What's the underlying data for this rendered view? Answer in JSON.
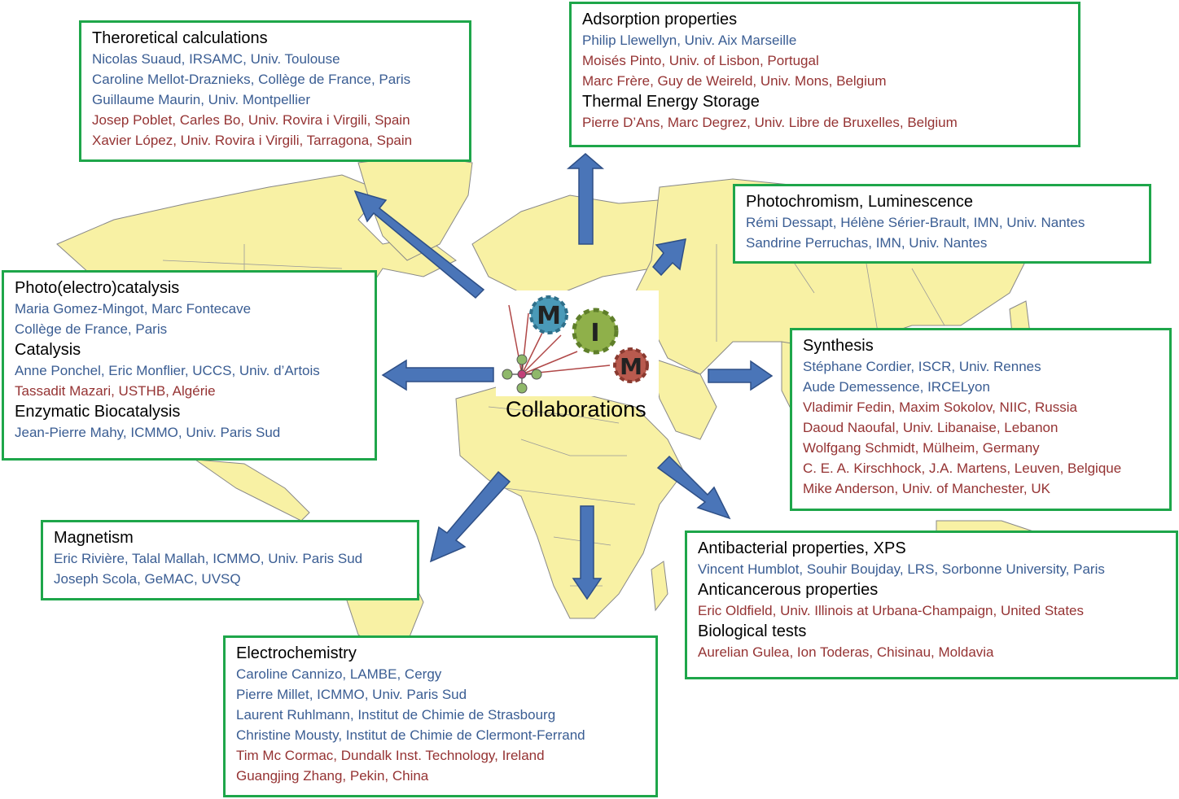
{
  "center": {
    "caption": "Collaborations",
    "logo_letters": [
      "M",
      "I",
      "M"
    ],
    "colors": {
      "gear_blue": "#4a9ab8",
      "gear_green": "#8fb04a",
      "gear_red": "#b95a4e",
      "node_pink": "#c2407a",
      "node_green": "#8fb86a"
    }
  },
  "colors": {
    "box_border": "#1ea64a",
    "arrow_fill": "#4a75b8",
    "arrow_stroke": "#2e4f86",
    "map_land": "#f8f1a4",
    "map_border": "#888888",
    "blue_text": "#3a5d93",
    "red_text": "#953333"
  },
  "boxes": {
    "theoretical": {
      "sections": [
        {
          "title": "Theroretical calculations",
          "lines": [
            {
              "text": "Nicolas Suaud, IRSAMC,  Univ. Toulouse",
              "color": "blue"
            },
            {
              "text": "Caroline Mellot-Draznieks, Collège de France, Paris",
              "color": "blue"
            },
            {
              "text": "Guillaume Maurin, Univ. Montpellier",
              "color": "blue"
            },
            {
              "text": "Josep Poblet, Carles Bo, Univ. Rovira i Virgili, Spain",
              "color": "red"
            },
            {
              "text": "Xavier López, Univ. Rovira i Virgili, Tarragona, Spain",
              "color": "red"
            }
          ]
        }
      ]
    },
    "adsorption": {
      "sections": [
        {
          "title": "Adsorption properties",
          "lines": [
            {
              "text": "Philip Llewellyn, Univ. Aix Marseille",
              "color": "blue"
            },
            {
              "text": "Moisés  Pinto, Univ. of Lisbon, Portugal",
              "color": "red"
            },
            {
              "text": "Marc Frère, Guy de Weireld, Univ. Mons,  Belgium",
              "color": "red"
            }
          ]
        },
        {
          "title": "Thermal Energy Storage",
          "lines": [
            {
              "text": "Pierre D’Ans, Marc Degrez, Univ. Libre de Bruxelles, Belgium",
              "color": "red"
            }
          ]
        }
      ]
    },
    "photochromism": {
      "sections": [
        {
          "title": "Photochromism, Luminescence",
          "lines": [
            {
              "text": "Rémi Dessapt, Hélène Sérier-Brault,  IMN, Univ. Nantes",
              "color": "blue"
            },
            {
              "text": "Sandrine Perruchas, IMN, Univ. Nantes",
              "color": "blue"
            }
          ]
        }
      ]
    },
    "photocatalysis": {
      "sections": [
        {
          "title": "Photo(electro)catalysis",
          "lines": [
            {
              "text": "Maria  Gomez-Mingot, Marc Fontecave",
              "color": "blue"
            },
            {
              "text": "Collège de France, Paris",
              "color": "blue"
            }
          ]
        },
        {
          "title": "Catalysis",
          "lines": [
            {
              "text": "Anne Ponchel, Eric Monflier, UCCS, Univ. d’Artois",
              "color": "blue"
            },
            {
              "text": "Tassadit Mazari, USTHB, Algérie",
              "color": "red"
            }
          ]
        },
        {
          "title": "Enzymatic Biocatalysis",
          "lines": [
            {
              "text": "Jean-Pierre Mahy, ICMMO, Univ. Paris Sud",
              "color": "blue"
            }
          ]
        }
      ]
    },
    "synthesis": {
      "sections": [
        {
          "title": "Synthesis",
          "lines": [
            {
              "text": "Stéphane Cordier, ISCR, Univ. Rennes",
              "color": "blue"
            },
            {
              "text": "Aude Demessence, IRCELyon",
              "color": "blue"
            },
            {
              "text": "Vladimir Fedin, Maxim Sokolov, NIIC, Russia",
              "color": "red"
            },
            {
              "text": "Daoud Naoufal, Univ. Libanaise, Lebanon",
              "color": "red"
            },
            {
              "text": "Wolfgang Schmidt, Mülheim, Germany",
              "color": "red"
            },
            {
              "text": "C. E. A. Kirschhock, J.A. Martens, Leuven, Belgique",
              "color": "red"
            },
            {
              "text": "Mike Anderson, Univ. of Manchester, UK",
              "color": "red"
            }
          ]
        }
      ]
    },
    "magnetism": {
      "sections": [
        {
          "title": "Magnetism",
          "lines": [
            {
              "text": "Eric Rivière, Talal Mallah, ICMMO, Univ. Paris Sud",
              "color": "blue"
            },
            {
              "text": "Joseph Scola, GeMAC, UVSQ",
              "color": "blue"
            }
          ]
        }
      ]
    },
    "antibacterial": {
      "sections": [
        {
          "title": "Antibacterial properties, XPS",
          "lines": [
            {
              "text": "Vincent Humblot, Souhir Boujday, LRS, Sorbonne University, Paris",
              "color": "blue"
            }
          ]
        },
        {
          "title": "Anticancerous properties",
          "lines": [
            {
              "text": "Eric Oldfield, Univ. Illinois at Urbana-Champaign, United States",
              "color": "red"
            }
          ]
        },
        {
          "title": "Biological tests",
          "lines": [
            {
              "text": "Aurelian Gulea, Ion Toderas, Chisinau,  Moldavia",
              "color": "red"
            }
          ]
        }
      ]
    },
    "electrochemistry": {
      "sections": [
        {
          "title": "Electrochemistry",
          "lines": [
            {
              "text": "Caroline Cannizo,  LAMBE, Cergy",
              "color": "blue"
            },
            {
              "text": "Pierre Millet, ICMMO, Univ. Paris Sud",
              "color": "blue"
            },
            {
              "text": "Laurent Ruhlmann, Institut de Chimie de Strasbourg",
              "color": "blue"
            },
            {
              "text": "Christine Mousty, Institut de Chimie de Clermont-Ferrand",
              "color": "blue"
            },
            {
              "text": "Tim Mc Cormac, Dundalk Inst. Technology, Ireland",
              "color": "red"
            },
            {
              "text": "Guangjing Zhang, Pekin, China",
              "color": "red"
            }
          ]
        }
      ]
    }
  }
}
